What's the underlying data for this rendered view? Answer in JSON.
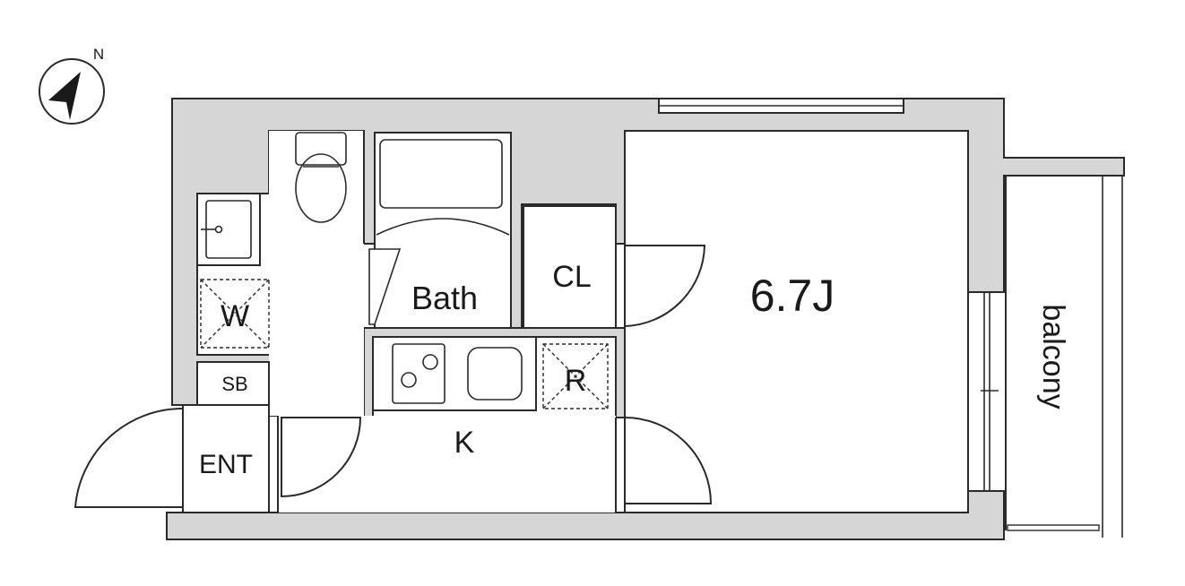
{
  "compass": {
    "north_label": "N"
  },
  "rooms": {
    "main_room": "6.7J",
    "bath": "Bath",
    "closet": "CL",
    "kitchen": "K",
    "entrance": "ENT",
    "shoe_box": "SB",
    "washer": "W",
    "refrigerator": "R",
    "balcony": "balcony"
  },
  "colors": {
    "wall": "#d6d6d6",
    "line": "#2a2a2a",
    "background": "#ffffff"
  }
}
